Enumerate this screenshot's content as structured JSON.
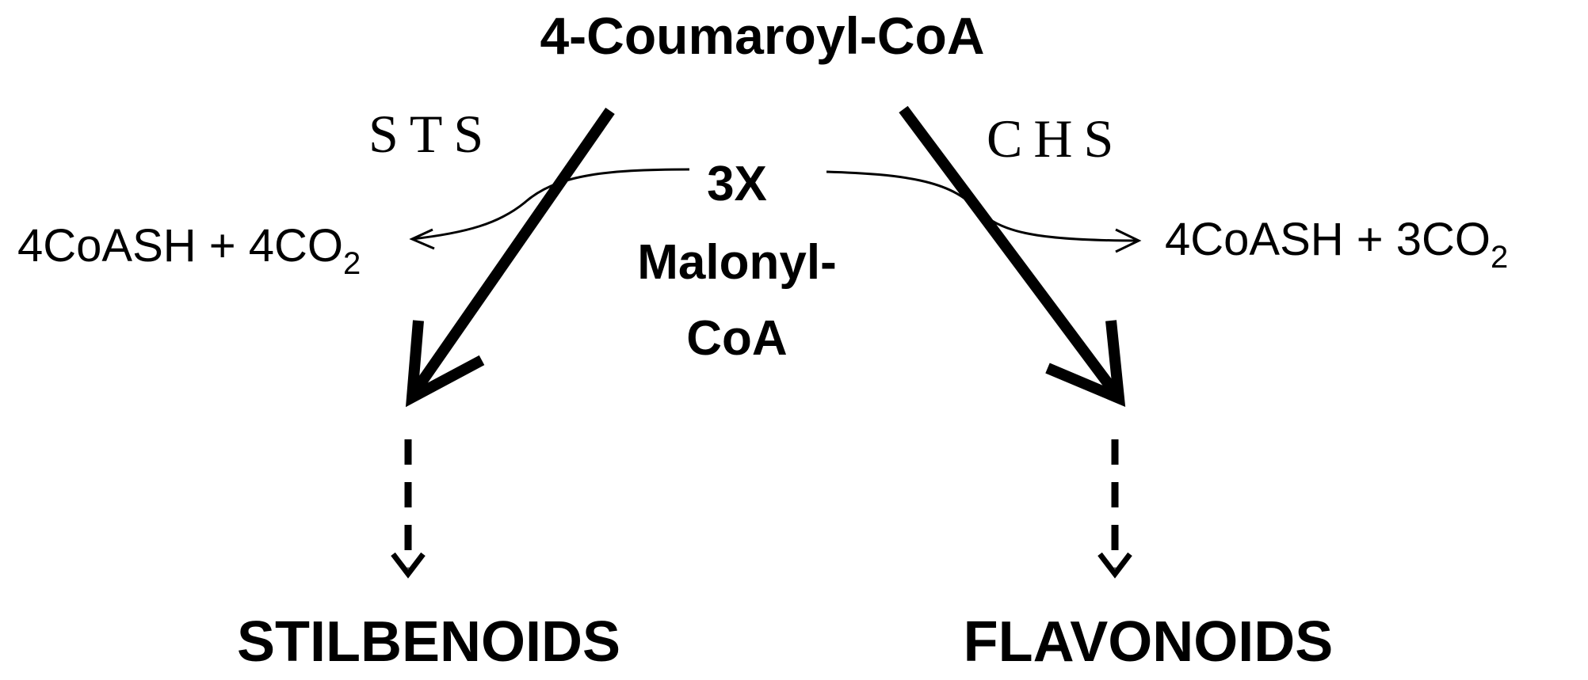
{
  "diagram": {
    "source": "4-Coumaroyl-CoA",
    "cosubstrate": {
      "count": "3X",
      "line1": "Malonyl-",
      "line2": "CoA"
    },
    "left_branch": {
      "enzyme": "STS",
      "byproduct_main": "4CoASH + 4CO",
      "byproduct_sub": "2",
      "product": "STILBENOIDS"
    },
    "right_branch": {
      "enzyme": "CHS",
      "byproduct_main": "4CoASH + 3CO",
      "byproduct_sub": "2",
      "product": "FLAVONOIDS"
    }
  }
}
